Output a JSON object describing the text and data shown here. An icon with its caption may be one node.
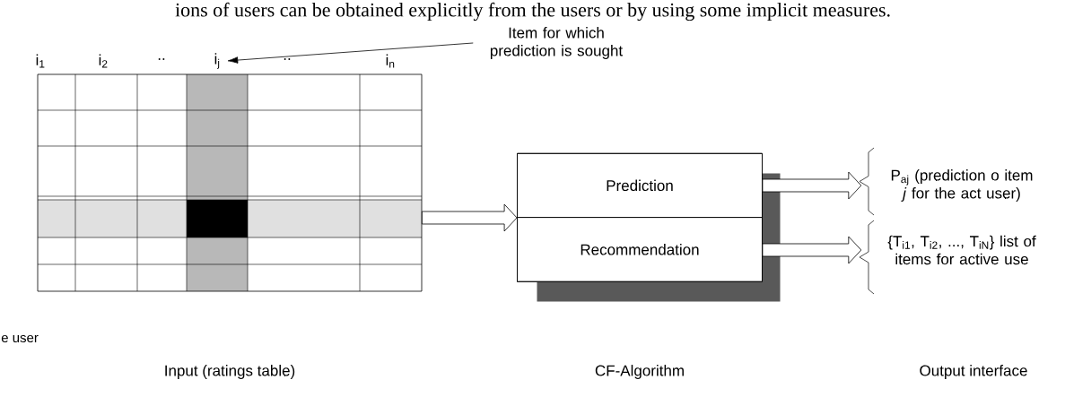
{
  "diagram": {
    "nodes": [
      {
        "text": [],
        "shape": "box"
      },
      {
        "text": [
          "Item for which prediction is sought"
        ]
      },
      {
        "text": [
          "i$_{j}$"
        ]
      },
      {
        "text": [],
        "shape": "box"
      },
      {
        "text": [
          "Prediction"
        ],
        "in": 3
      },
      {
        "text": [
          "Recommendation"
        ],
        "in": 3
      },
      {
        "text": [
          "P$_{aj}$ (prediction o item *j* for the act user)"
        ]
      },
      {
        "text": [
          "{T$_{i1}$, T$_{i2}$, ..., T$_{iN}$} list of items for active use"
        ]
      }
    ],
    "edges": [
      {
        "from": 1,
        "to": 2,
        "arrow": "to"
      },
      {
        "from": 0,
        "to": 3,
        "arrow": "to"
      },
      {
        "from": 4,
        "to": 6,
        "arrow": "to"
      },
      {
        "from": 5,
        "to": 7,
        "arrow": "to"
      }
    ],
    "labels": [
      "ions of users can be obtained explicitly from the users or by using some implicit measures.",
      "i$_{1}$",
      "i$_{2}$",
      "..",
      "..",
      "i$_{n}$",
      "e user",
      "Input (ratings table)",
      "CF-Algorithm",
      "Output interface"
    ]
  }
}
